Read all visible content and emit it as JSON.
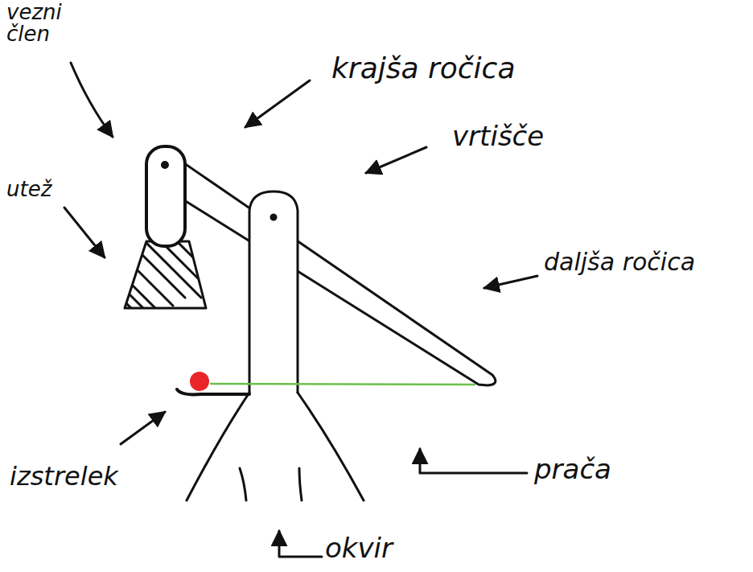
{
  "diagram": {
    "labels": [
      "vezni člen",
      "krajša ročica",
      "vrtišče",
      "utež",
      "daljša ročica",
      "izstrelek",
      "prača",
      "okvir"
    ]
  }
}
